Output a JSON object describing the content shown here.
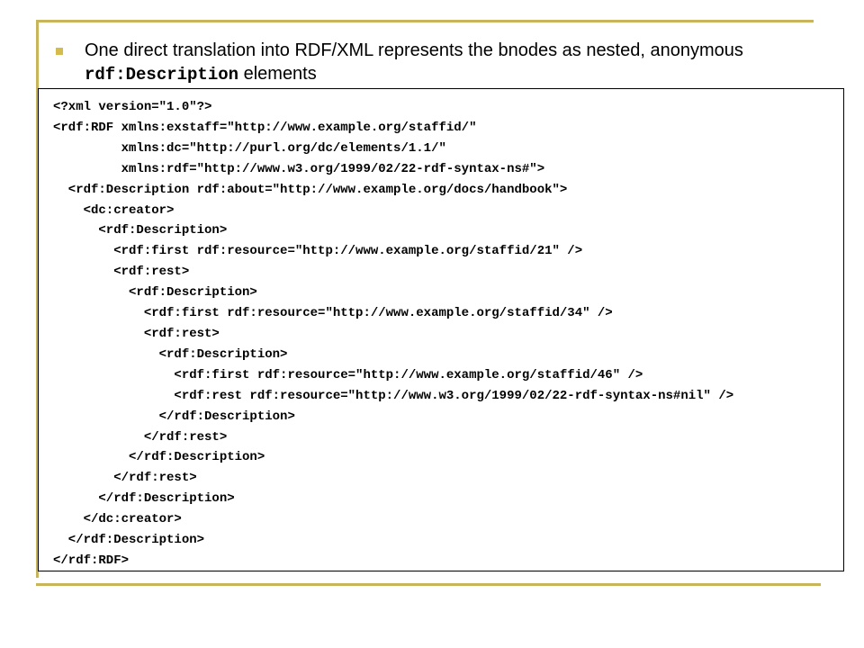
{
  "slide": {
    "bullet_text_before": "One direct translation into RDF/XML represents the bnodes as nested, anonymous ",
    "bullet_code": "rdf:Description",
    "bullet_text_after": " elements"
  },
  "code": {
    "lines": [
      "<?xml version=\"1.0\"?>",
      "<rdf:RDF xmlns:exstaff=\"http://www.example.org/staffid/\"",
      "         xmlns:dc=\"http://purl.org/dc/elements/1.1/\"",
      "         xmlns:rdf=\"http://www.w3.org/1999/02/22-rdf-syntax-ns#\">",
      "  <rdf:Description rdf:about=\"http://www.example.org/docs/handbook\">",
      "    <dc:creator>",
      "      <rdf:Description>",
      "        <rdf:first rdf:resource=\"http://www.example.org/staffid/21\" />",
      "        <rdf:rest>",
      "          <rdf:Description>",
      "            <rdf:first rdf:resource=\"http://www.example.org/staffid/34\" />",
      "            <rdf:rest>",
      "              <rdf:Description>",
      "                <rdf:first rdf:resource=\"http://www.example.org/staffid/46\" />",
      "                <rdf:rest rdf:resource=\"http://www.w3.org/1999/02/22-rdf-syntax-ns#nil\" />",
      "              </rdf:Description>",
      "            </rdf:rest>",
      "          </rdf:Description>",
      "        </rdf:rest>",
      "      </rdf:Description>",
      "    </dc:creator>",
      "  </rdf:Description>",
      "</rdf:RDF>"
    ]
  },
  "colors": {
    "rule": "#c8b45a",
    "bullet": "#d4bc4c"
  }
}
